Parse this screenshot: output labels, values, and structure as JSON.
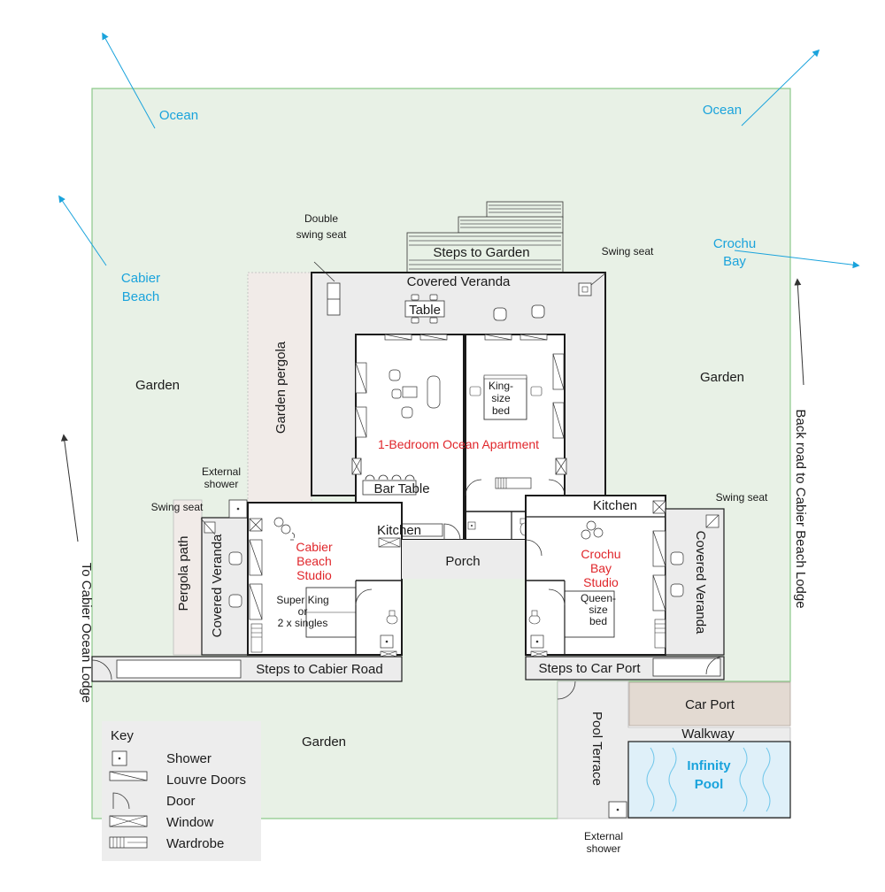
{
  "colors": {
    "garden": "#e8f1e6",
    "garden_border": "#8cc98a",
    "veranda": "#ececec",
    "pergola": "#f1ebe8",
    "carport": "#e3dad2",
    "pool": "#dff0f9",
    "wall": "#1a1a1a",
    "blue_label": "#1aa3dc",
    "red_label": "#e0262b"
  },
  "directions": {
    "ocean_left": "Ocean",
    "ocean_right": "Ocean",
    "cabier_beach": "Cabier\nBeach",
    "crochu_bay": "Crochu\nBay",
    "to_cabier_ocean_lodge": "To Cabier Ocean Lodge",
    "back_road": "Back road to Cabier Beach Lodge"
  },
  "areas": {
    "garden_left": "Garden",
    "garden_right": "Garden",
    "garden_bottom": "Garden",
    "garden_pergola": "Garden pergola",
    "steps_to_garden": "Steps to Garden",
    "covered_veranda_top": "Covered Veranda",
    "double_swing_seat": "Double\nswing seat",
    "swing_seat_top": "Swing seat",
    "table": "Table",
    "apartment": "1-Bedroom Ocean Apartment",
    "king_bed": "King-\nsize\nbed",
    "bar_table": "Bar Table",
    "kitchen_apartment": "Kitchen",
    "external_shower_left": "External\nshower",
    "swing_seat_left": "Swing seat",
    "pergola_path": "Pergola path",
    "covered_veranda_left": "Covered Veranda",
    "cabier_studio": "Cabier\nBeach\nStudio",
    "superking_bed": "Super King\nor\n2 x singles",
    "porch": "Porch",
    "crochu_kitchen": "Kitchen",
    "crochu_studio": "Crochu\nBay\nStudio",
    "queen_bed": "Queen-\nsize\nbed",
    "swing_seat_right": "Swing seat",
    "covered_veranda_right": "Covered Veranda",
    "steps_cabier_road": "Steps to Cabier Road",
    "steps_car_port": "Steps to Car Port",
    "car_port": "Car Port",
    "walkway": "Walkway",
    "pool_terrace": "Pool Terrace",
    "infinity_pool": "Infinity\nPool",
    "external_shower_bottom": "External\nshower"
  },
  "key": {
    "title": "Key",
    "items": [
      {
        "label": "Shower",
        "icon": "shower-icon"
      },
      {
        "label": "Louvre Doors",
        "icon": "louvre-door-icon"
      },
      {
        "label": "Door",
        "icon": "door-icon"
      },
      {
        "label": "Window",
        "icon": "window-icon"
      },
      {
        "label": "Wardrobe",
        "icon": "wardrobe-icon"
      }
    ]
  }
}
